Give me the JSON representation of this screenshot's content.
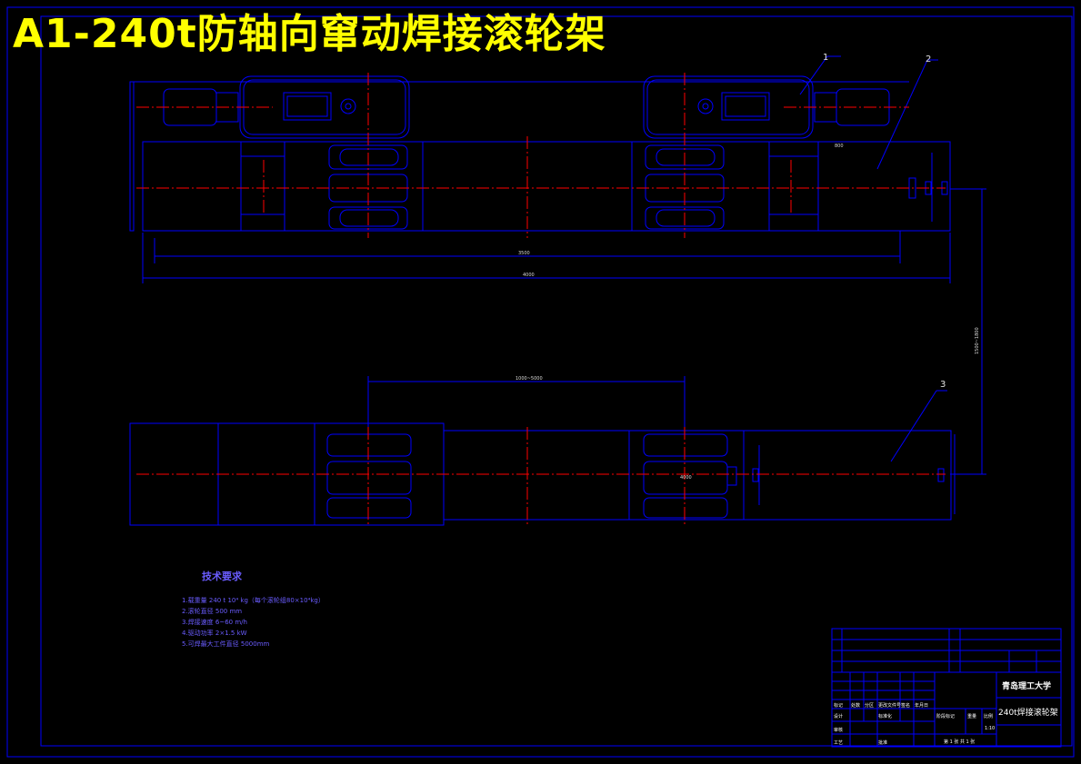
{
  "title": "A1-240t防轴向窜动焊接滚轮架",
  "part_labels": [
    "1",
    "2",
    "3"
  ],
  "tech_requirements": {
    "heading": "技术要求",
    "items": [
      "1.载重量 240 t 10⁴ kg（每个滚轮组80×10⁴kg）",
      "2.滚轮直径 500 mm",
      "3.焊接速度 6~60 m/h",
      "4.驱动功率 2×1.5 kW",
      "5.可焊最大工件直径 5000mm"
    ]
  },
  "title_block": {
    "institution": "青岛理工大学",
    "drawing_name": "240t焊接滚轮架",
    "scale": "1:10",
    "sheet_info": "第 1 张  共 1 张",
    "row_labels": [
      "标记",
      "设计",
      "审核",
      "工艺"
    ],
    "column_labels": [
      "处数",
      "分区",
      "更改文件号",
      "签名",
      "年月日"
    ],
    "cells": [
      "阶段标记",
      "重量",
      "比例",
      "标准化",
      "批准"
    ]
  },
  "dimensions": [
    "3500",
    "4000",
    "1000~5000",
    "800",
    "1500~1800",
    "4000"
  ],
  "colors": {
    "background": "#000000",
    "outline": "#0000ff",
    "centerline": "#ff0000",
    "title": "#ffff00",
    "annotation": "#ffffff"
  }
}
